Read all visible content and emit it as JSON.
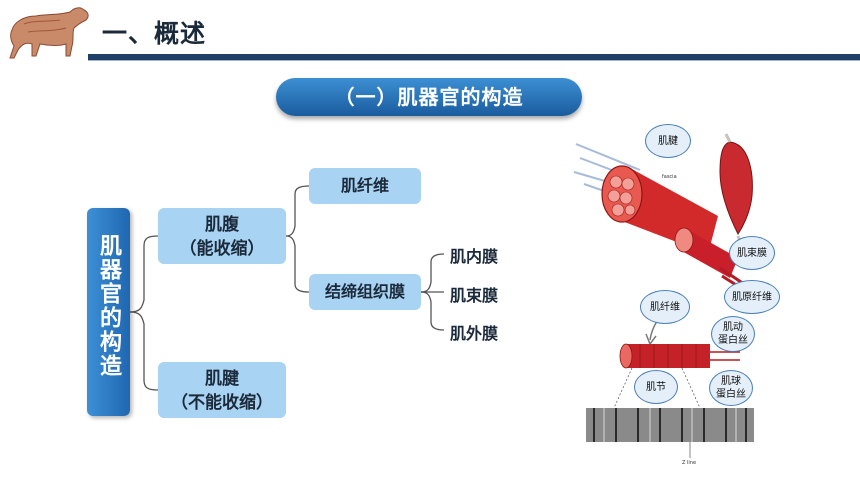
{
  "header": {
    "title": "一、概述"
  },
  "section": {
    "title": "（一）肌器官的构造"
  },
  "tree": {
    "root": "肌器官的构造",
    "belly": {
      "line1": "肌腹",
      "line2": "（能收缩）"
    },
    "tendon": {
      "line1": "肌腱",
      "line2": "（不能收缩）"
    },
    "fiber": "肌纤维",
    "connective": "结缔组织膜",
    "membranes": [
      "肌内膜",
      "肌束膜",
      "肌外膜"
    ]
  },
  "figure": {
    "callouts": {
      "tendon": "肌腱",
      "bundle_membrane": "肌束膜",
      "fiber": "肌纤维",
      "myofibril": "肌原纤维",
      "actin_line1": "肌动",
      "actin_line2": "蛋白丝",
      "sarcomere": "肌节",
      "myosin_line1": "肌球",
      "myosin_line2": "蛋白丝"
    },
    "small_labels": {
      "fascia": "fascia",
      "zline": "Z line"
    }
  },
  "colors": {
    "accent": "#1f67b0",
    "node_fill": "#a9d3f3",
    "header_line": "#1e3f66",
    "muscle": "#c8232c"
  }
}
